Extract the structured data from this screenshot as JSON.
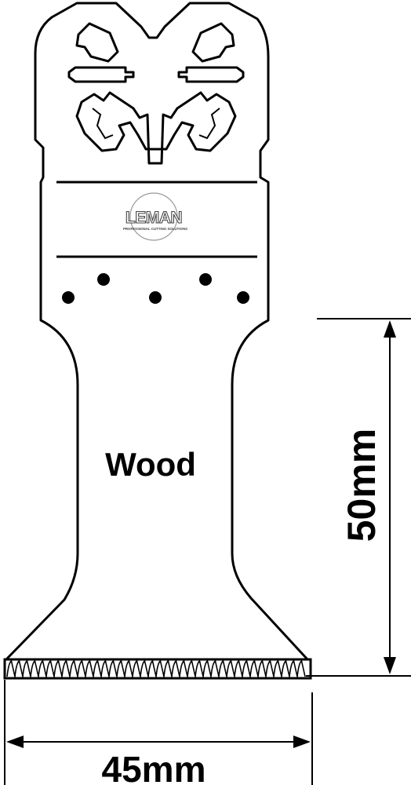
{
  "blade": {
    "material_label": "Wood",
    "logo": {
      "brand": "LEMAN",
      "tagline": "PROFESSIONAL CUTTING SOLUTIONS"
    }
  },
  "dimensions": {
    "height_label": "50mm",
    "width_label": "45mm"
  },
  "colors": {
    "line": "#000000",
    "background": "#ffffff",
    "logo": "#444444"
  }
}
